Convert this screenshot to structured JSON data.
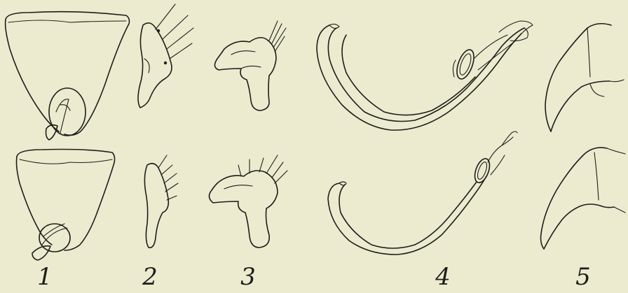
{
  "plate": {
    "background": "#ecebcf",
    "ink": "#1e1e1c",
    "figure_labels": [
      "1",
      "2",
      "3",
      "4",
      "5"
    ]
  }
}
